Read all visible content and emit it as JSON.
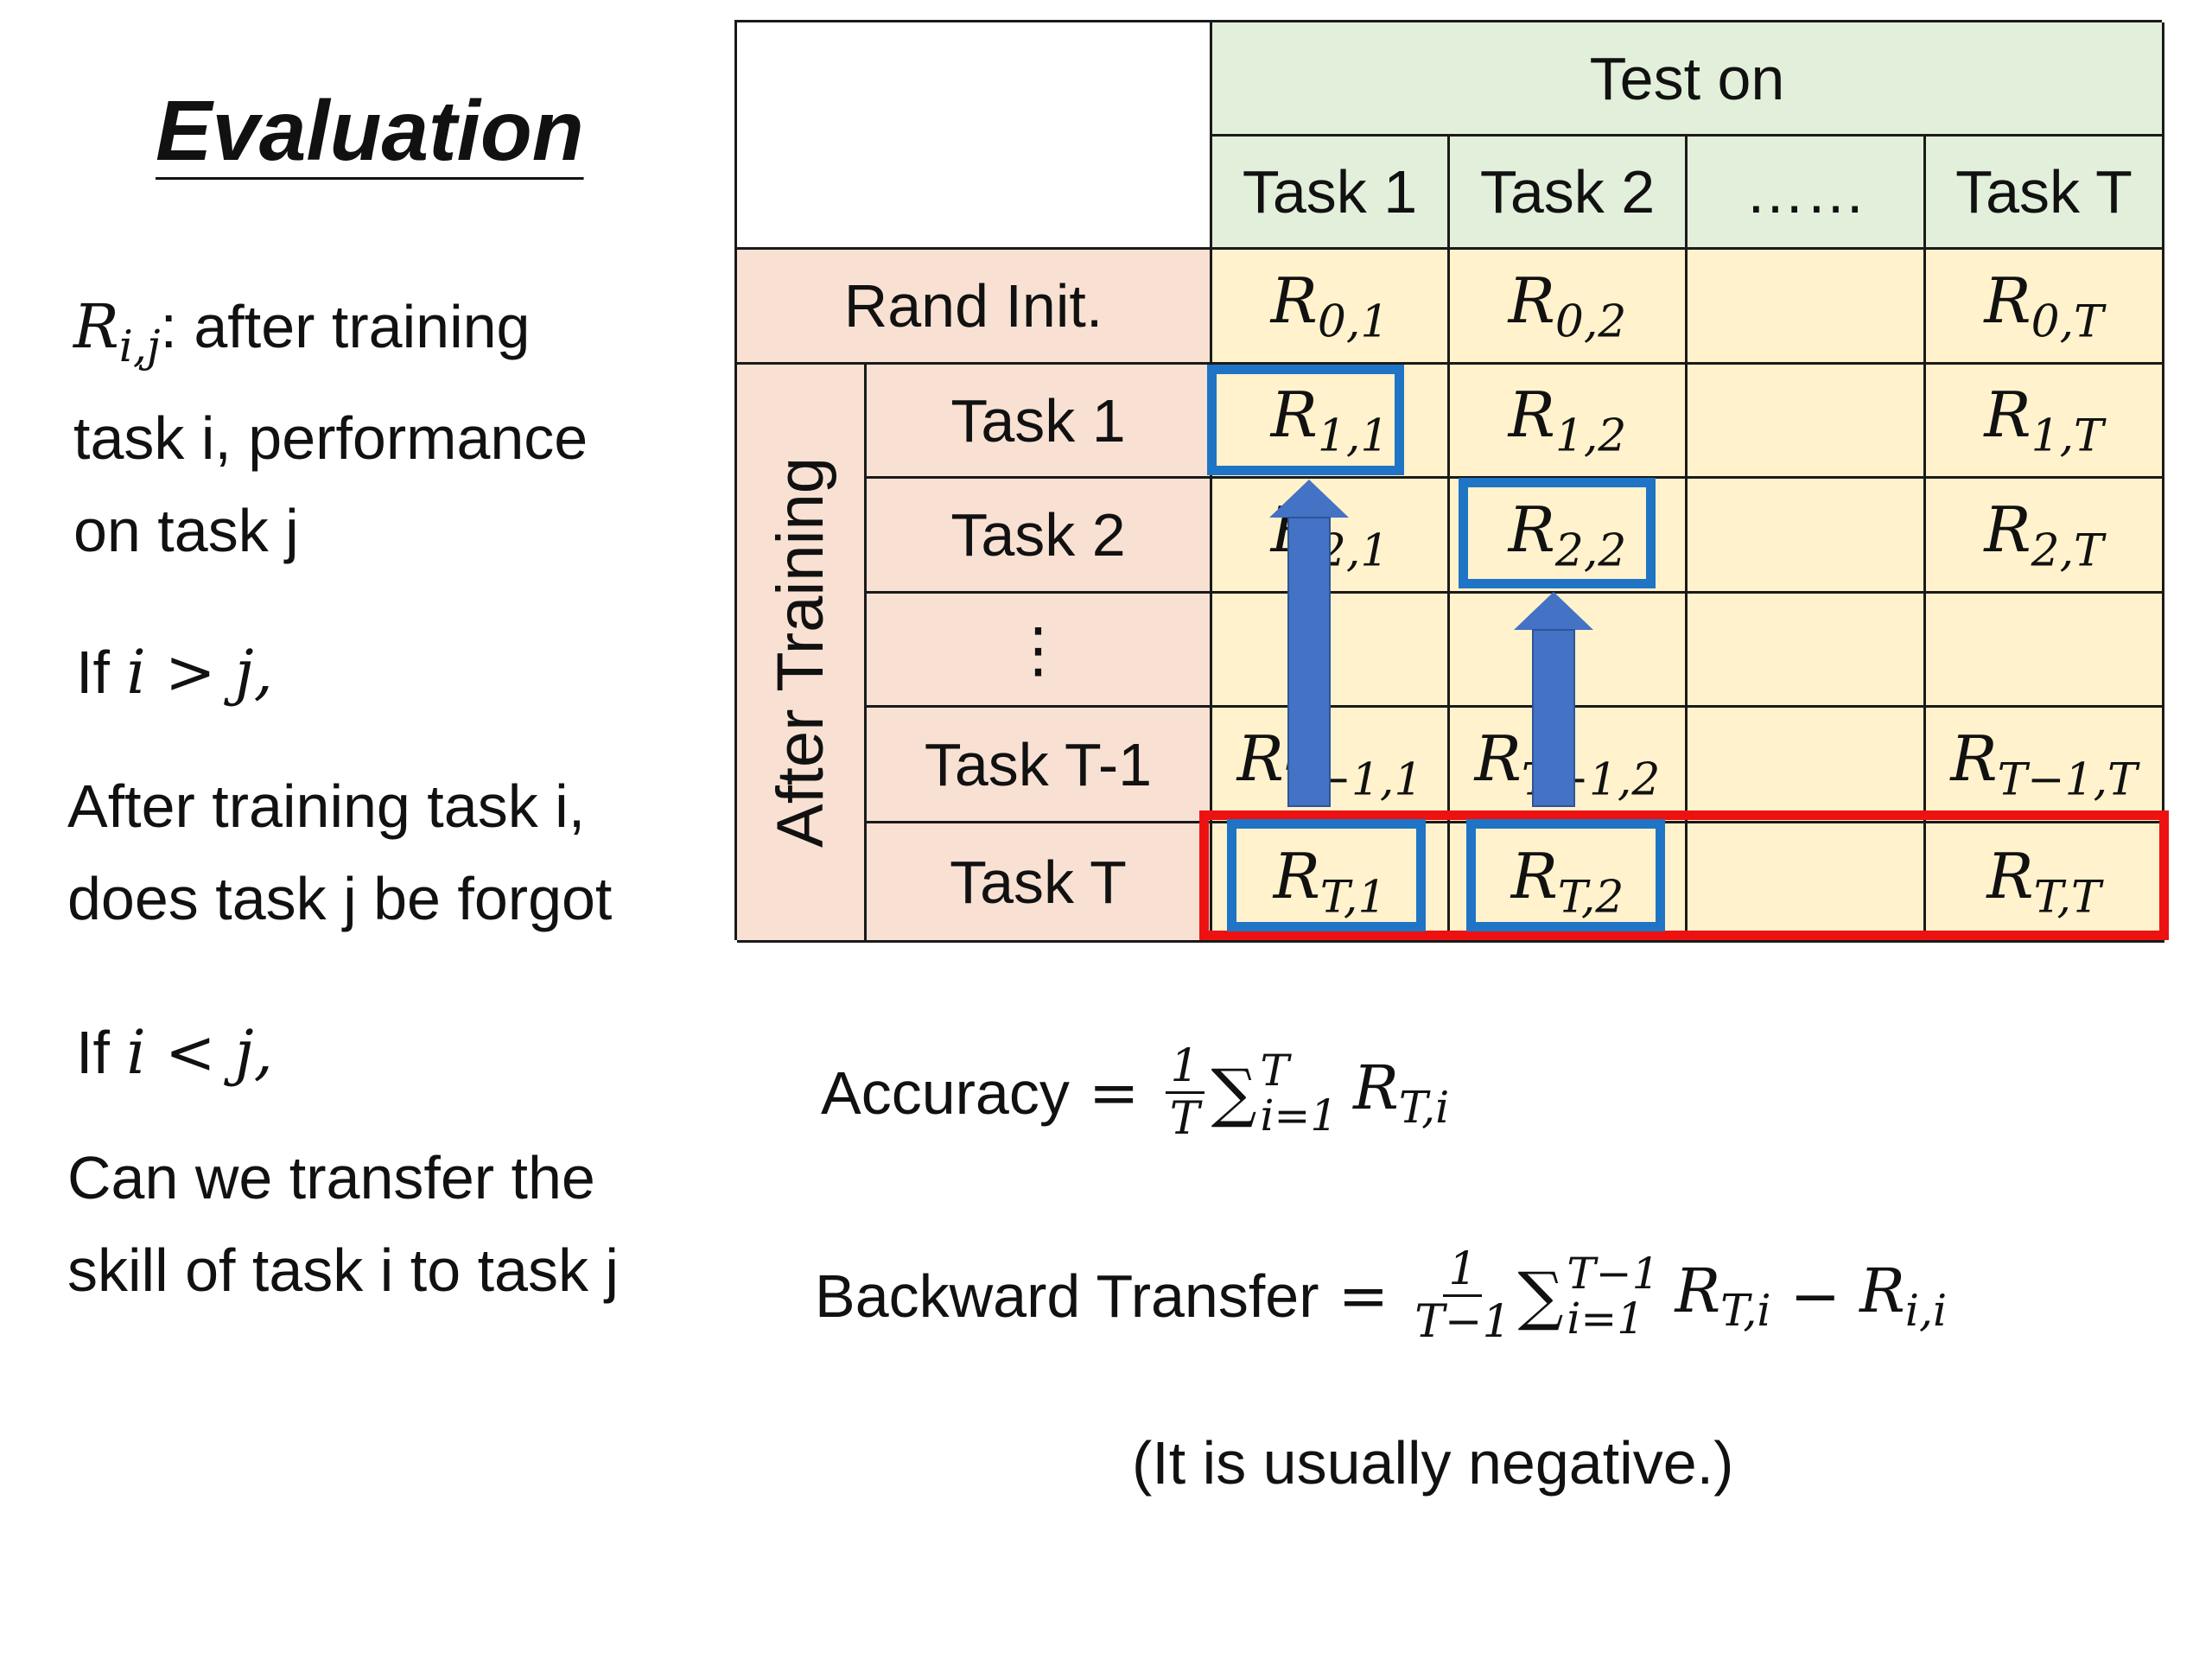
{
  "title": "Evaluation",
  "left_text": {
    "def_sym": "R",
    "def_sub": "i,j",
    "def_text": ": after training",
    "def_line2": "task i, performance",
    "def_line3": "on task j",
    "case1_if": "If",
    "case1_cond": "i > j,",
    "case1_text_line1": "After training task i,",
    "case1_text_line2": "does task j be forgot",
    "case2_if": "If",
    "case2_cond": "i < j,",
    "case2_text_line1": "Can we transfer the",
    "case2_text_line2": "skill of task i to task j"
  },
  "table": {
    "test_on": "Test on",
    "columns": [
      "Task 1",
      "Task 2",
      "……",
      "Task T"
    ],
    "rand_init": "Rand Init.",
    "after_training": "After Training",
    "row_labels": [
      "Task 1",
      "Task 2",
      "⋮",
      "Task T-1",
      "Task T"
    ],
    "cells": {
      "rand": [
        {
          "s": "0,1"
        },
        {
          "s": "0,2"
        },
        {
          "s": ""
        },
        {
          "s": "0,T"
        }
      ],
      "rows": [
        [
          {
            "s": "1,1"
          },
          {
            "s": "1,2"
          },
          {
            "s": ""
          },
          {
            "s": "1,T"
          }
        ],
        [
          {
            "s": "2,1"
          },
          {
            "s": "2,2"
          },
          {
            "s": ""
          },
          {
            "s": "2,T"
          }
        ],
        [
          {
            "s": ""
          },
          {
            "s": ""
          },
          {
            "s": ""
          },
          {
            "s": ""
          }
        ],
        [
          {
            "s": "T−1,1"
          },
          {
            "s": "T−1,2"
          },
          {
            "s": ""
          },
          {
            "s": "T−1,T"
          }
        ],
        [
          {
            "s": "T,1"
          },
          {
            "s": "T,2"
          },
          {
            "s": ""
          },
          {
            "s": "T,T"
          }
        ]
      ]
    },
    "symbol": "R"
  },
  "formulas": {
    "accuracy_label": "Accuracy",
    "eq": "=",
    "acc_num": "1",
    "acc_den": "T",
    "acc_sum_sup": "T",
    "acc_sum_sub": "i=1",
    "acc_term_sub": "T,i",
    "bwt_label": "Backward Transfer",
    "bwt_num": "1",
    "bwt_den": "T−1",
    "bwt_sum_sup": "T−1",
    "bwt_sum_sub": "i=1",
    "bwt_term1_sub": "T,i",
    "minus": "−",
    "bwt_term2_sub": "i,i",
    "sigma": "∑",
    "symbol": "R",
    "note": "(It is usually negative.)"
  },
  "colors": {
    "header_green": "#e2efda",
    "row_header_peach": "#f8e1d3",
    "value_yellow": "#fff2cc",
    "highlight_blue": "#1f74c5",
    "highlight_red": "#ee1111",
    "arrow_blue": "#4472c4"
  }
}
